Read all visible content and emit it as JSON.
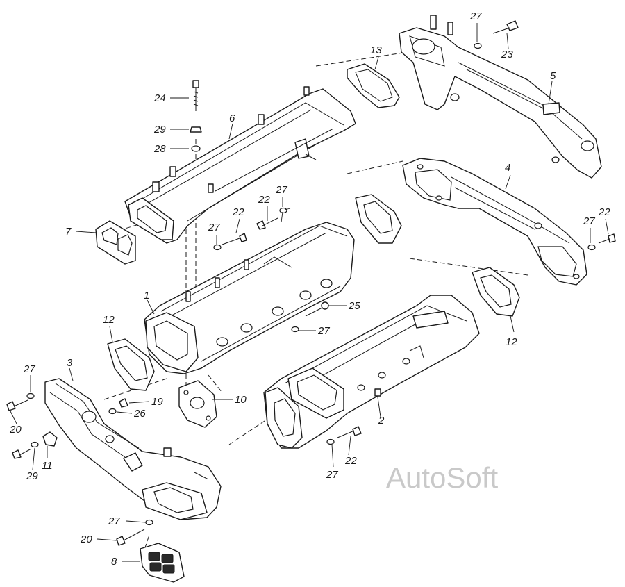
{
  "watermark": "AutoSoft",
  "labels": {
    "l1": "1",
    "l2": "2",
    "l3": "3",
    "l4": "4",
    "l5": "5",
    "l6": "6",
    "l7": "7",
    "l8": "8",
    "l10": "10",
    "l11": "11",
    "l12a": "12",
    "l12b": "12",
    "l13": "13",
    "l19": "19",
    "l20a": "20",
    "l20b": "20",
    "l22a": "22",
    "l22b": "22",
    "l22c": "22",
    "l22d": "22",
    "l23": "23",
    "l24": "24",
    "l25": "25",
    "l26": "26",
    "l27a": "27",
    "l27b": "27",
    "l27c": "27",
    "l27d": "27",
    "l27e": "27",
    "l27f": "27",
    "l27g": "27",
    "l27h": "27",
    "l28": "28",
    "l29a": "29",
    "l29b": "29"
  },
  "colors": {
    "ink": "#1a1a1a",
    "watermark": "#c9c9c9",
    "background": "#ffffff"
  }
}
